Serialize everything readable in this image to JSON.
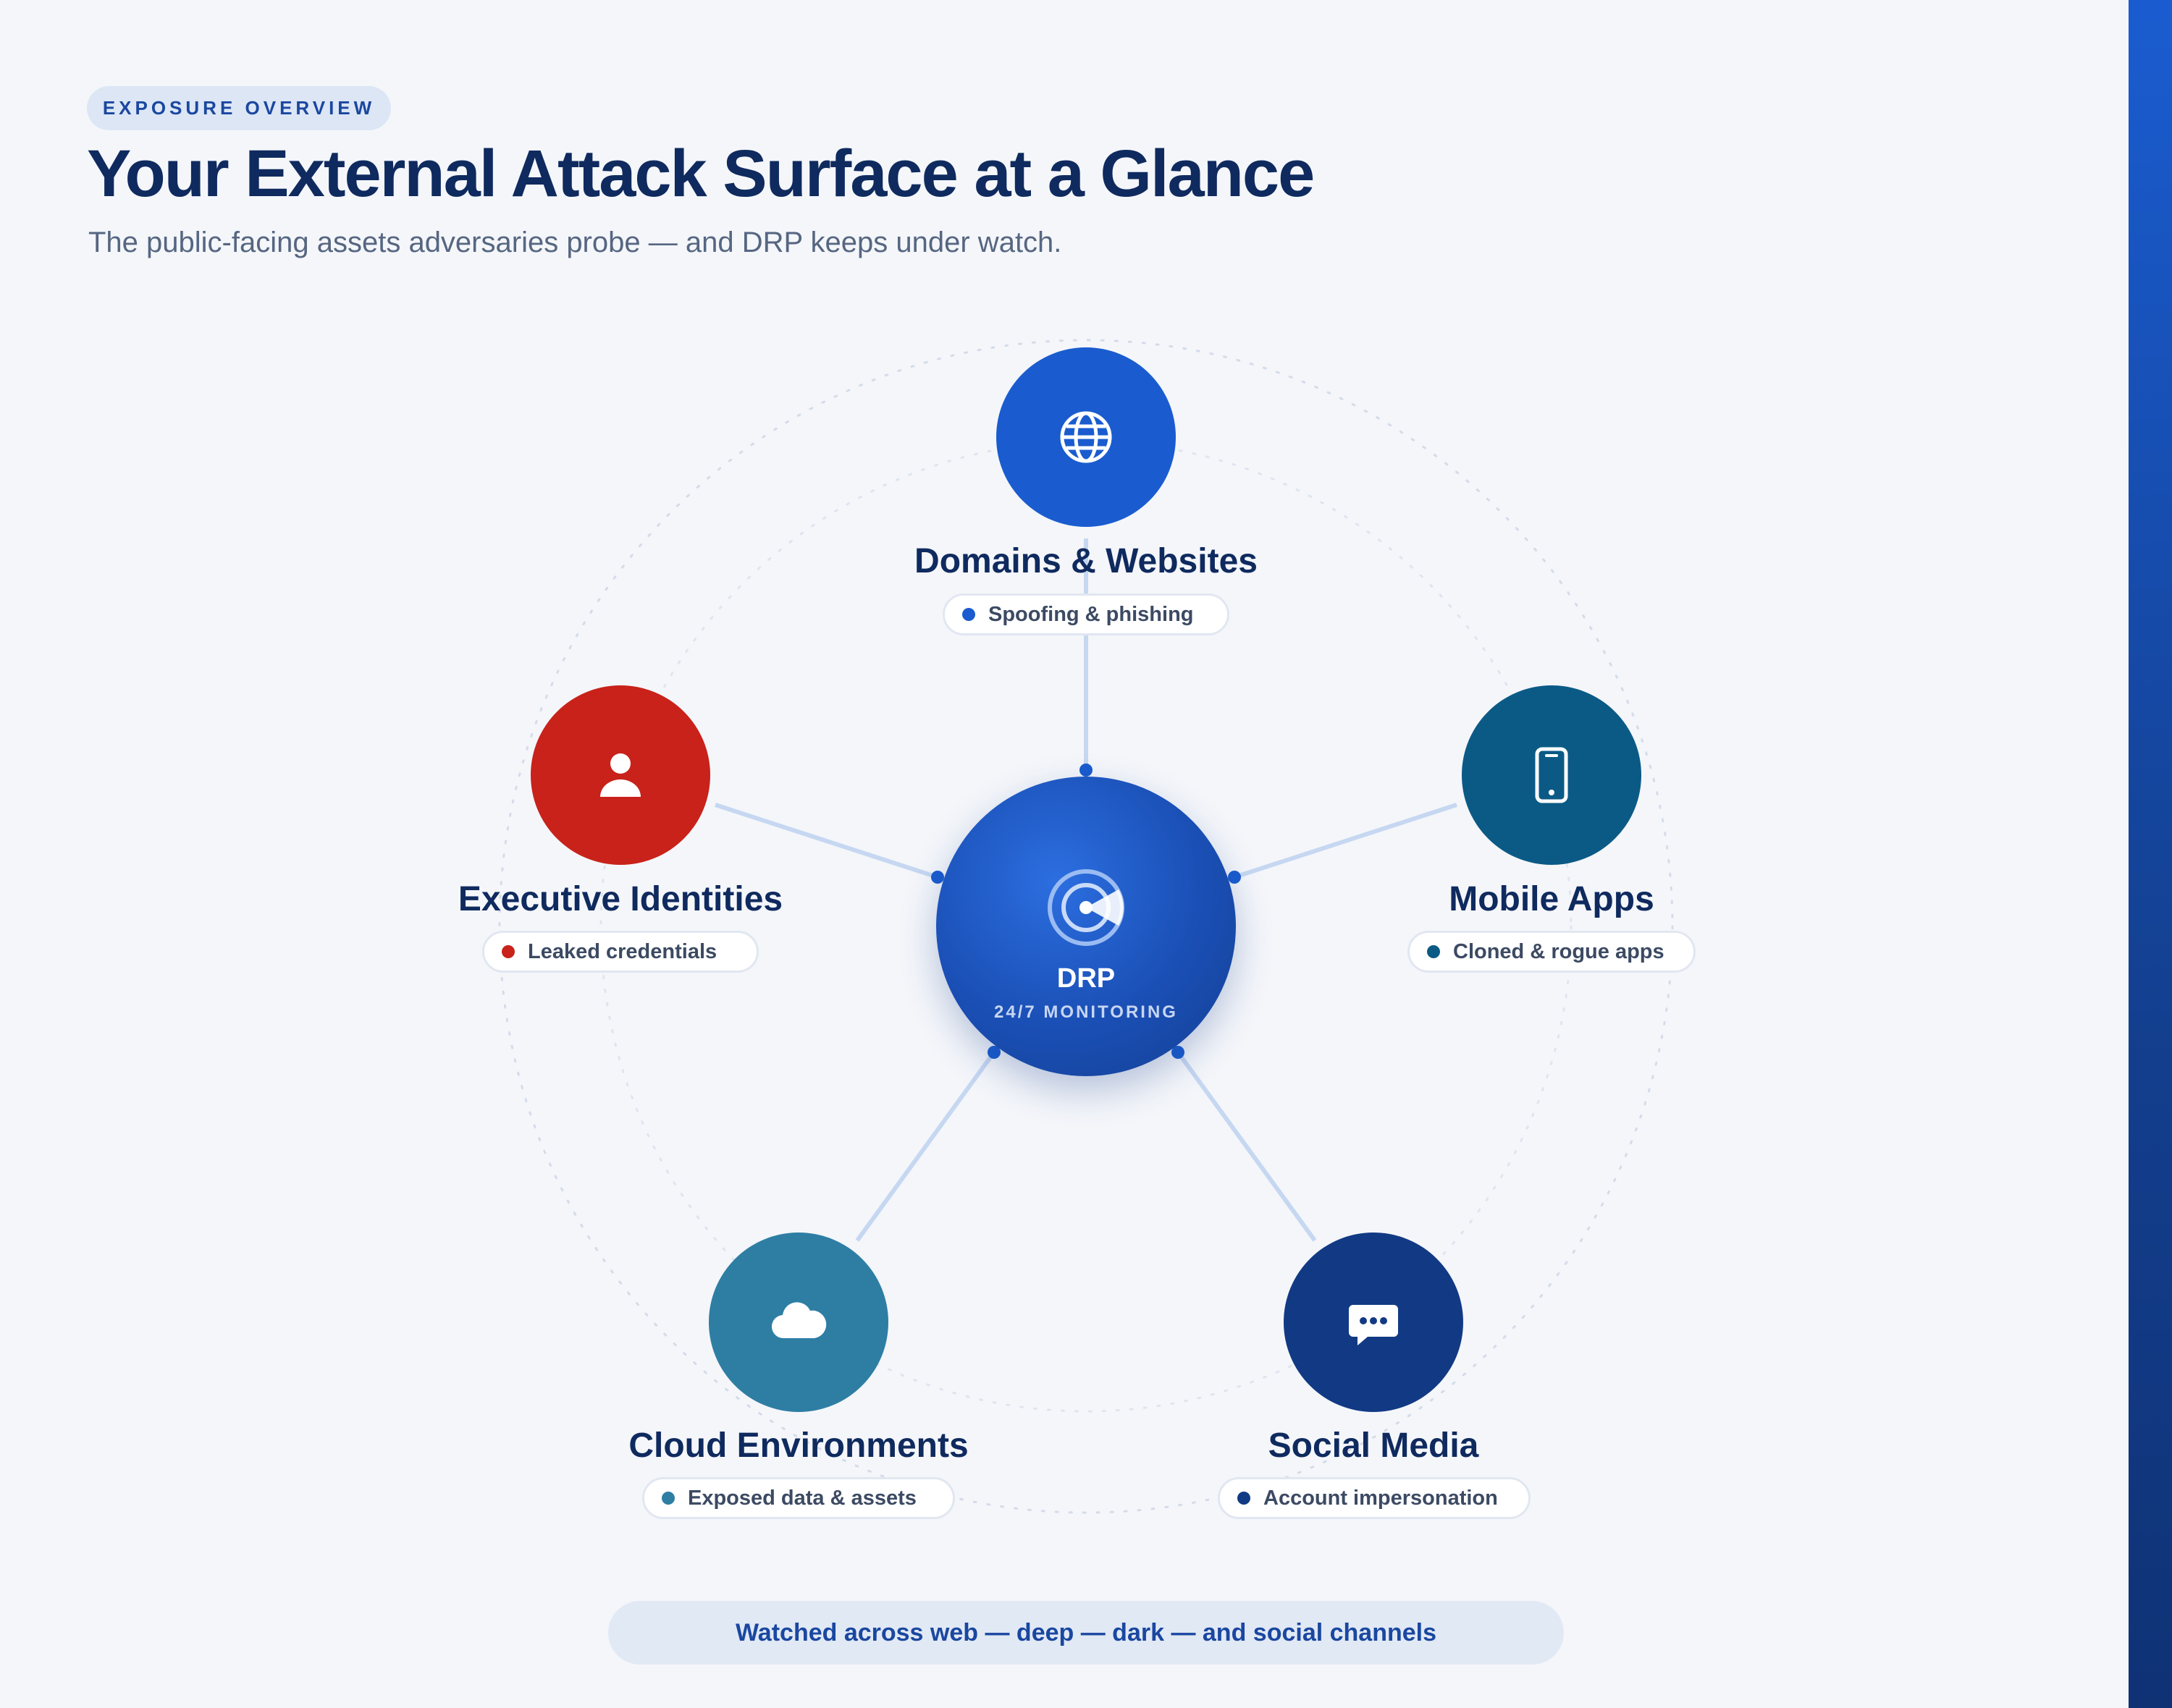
{
  "header": {
    "eyebrow": "EXPOSURE OVERVIEW",
    "title": "Your External Attack Surface at a Glance",
    "subtitle": "The public-facing assets adversaries probe — and DRP keeps under watch."
  },
  "hub": {
    "label": "DRP",
    "sublabel": "24/7 MONITORING",
    "icon": "radar-icon"
  },
  "nodes": [
    {
      "label": "Domains & Websites",
      "risk": "Spoofing & phishing",
      "icon": "globe-icon",
      "color": "#1a5ccf"
    },
    {
      "label": "Mobile Apps",
      "risk": "Cloned & rogue apps",
      "icon": "smartphone-icon",
      "color": "#0b5a86"
    },
    {
      "label": "Social Media",
      "risk": "Account impersonation",
      "icon": "chat-bubble-icon",
      "color": "#123a84"
    },
    {
      "label": "Cloud Environments",
      "risk": "Exposed data & assets",
      "icon": "cloud-icon",
      "color": "#2e7ea4"
    },
    {
      "label": "Executive Identities",
      "risk": "Leaked credentials",
      "icon": "person-icon",
      "color": "#c8221a"
    }
  ],
  "colors": {
    "accent": "#1a5ccf",
    "connector": "#c6d7f1",
    "title": "#0f2a5e"
  },
  "footer": {
    "text": "Watched across web — deep — dark — and social channels"
  }
}
